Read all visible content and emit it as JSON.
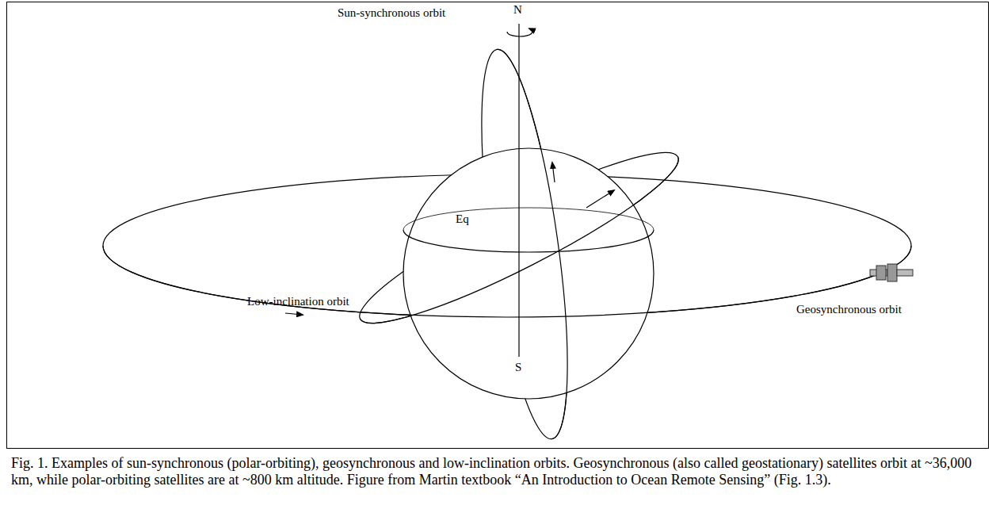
{
  "diagram": {
    "caption": "Fig. 1. Examples of sun-synchronous (polar-orbiting), geosynchronous and low-inclination orbits. Geosynchronous (also called geostationary) satellites orbit at ~36,000 km, while polar-orbiting satellites are at ~800 km altitude. Figure from Martin textbook “An Introduction to Ocean Remote Sensing” (Fig. 1.3).",
    "labels": [
      "Sun-synchronous orbit",
      "N",
      "Eq",
      "Low-inclination orbit",
      "S",
      "Geosynchronous orbit"
    ]
  }
}
